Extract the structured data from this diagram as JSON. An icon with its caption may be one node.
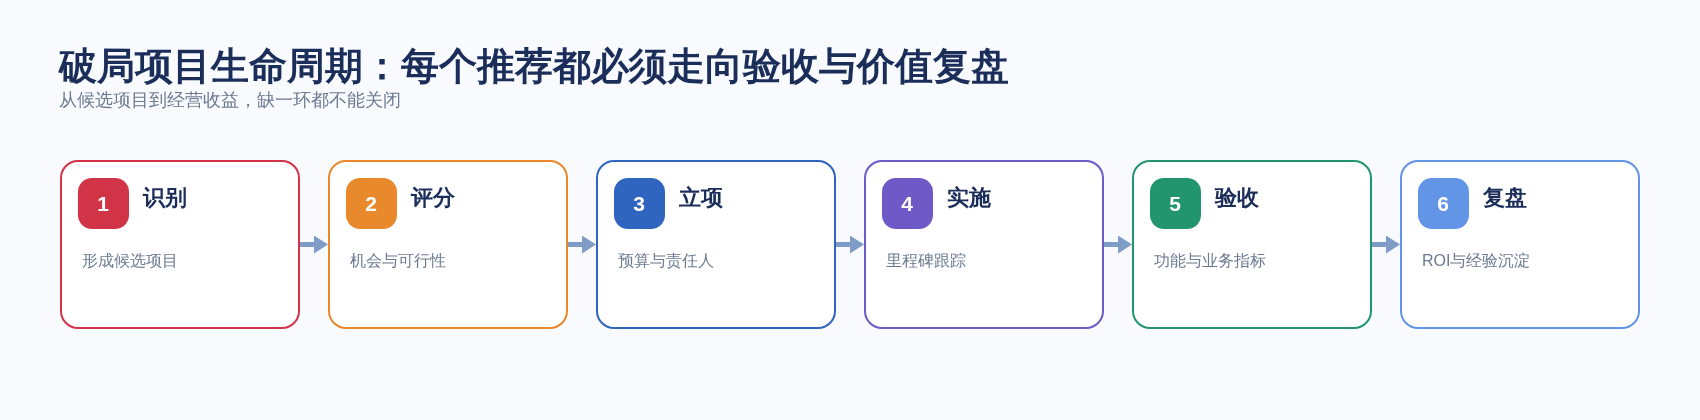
{
  "diagram": {
    "title": "破局项目生命周期：每个推荐都必须走向验收与价值复盘",
    "nodes": [
      {
        "text": [
          "识别",
          "形成候选项目"
        ]
      },
      {
        "text": [
          "1"
        ],
        "in": 0
      },
      {
        "text": [
          "评分",
          "机会与可行性"
        ]
      },
      {
        "text": [
          "2"
        ],
        "in": 2
      },
      {
        "text": [
          "立项",
          "预算与责任人"
        ]
      },
      {
        "text": [
          "3"
        ],
        "in": 4
      },
      {
        "text": [
          "实施",
          "里程碑跟踪"
        ]
      },
      {
        "text": [
          "4"
        ],
        "in": 6
      },
      {
        "text": [
          "验收",
          "功能与业务指标"
        ]
      },
      {
        "text": [
          "5"
        ],
        "in": 8
      },
      {
        "text": [
          "复盘",
          "ROI与经验沉淀"
        ]
      },
      {
        "text": [
          "6"
        ],
        "in": 10
      }
    ],
    "edges": [
      {
        "from": 0,
        "to": 2,
        "arrow": "to"
      },
      {
        "from": 2,
        "to": 4,
        "arrow": "to"
      },
      {
        "from": 4,
        "to": 6,
        "arrow": "to"
      },
      {
        "from": 6,
        "to": 8,
        "arrow": "to"
      },
      {
        "from": 8,
        "to": 10,
        "arrow": "to"
      }
    ],
    "labels": [
      "从候选项目到经营收益，缺一环都不能关闭"
    ]
  }
}
